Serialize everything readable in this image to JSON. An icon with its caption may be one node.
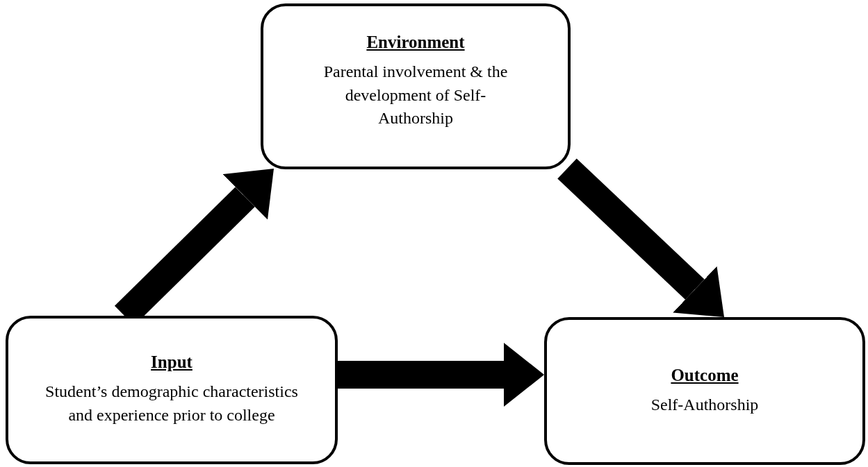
{
  "diagram": {
    "nodes": [
      {
        "text": [
          "Environment",
          "Parental involvement & the development of Self-Authorship"
        ]
      },
      {
        "text": [
          "Input",
          "Student’s demographic characteristics and experience prior to college"
        ]
      },
      {
        "text": [
          "Outcome",
          "Self-Authorship"
        ]
      }
    ],
    "edges": [
      {
        "from": 1,
        "to": 0,
        "arrow": "to"
      },
      {
        "from": 0,
        "to": 2,
        "arrow": "to"
      },
      {
        "from": 1,
        "to": 2,
        "arrow": "to"
      }
    ]
  }
}
